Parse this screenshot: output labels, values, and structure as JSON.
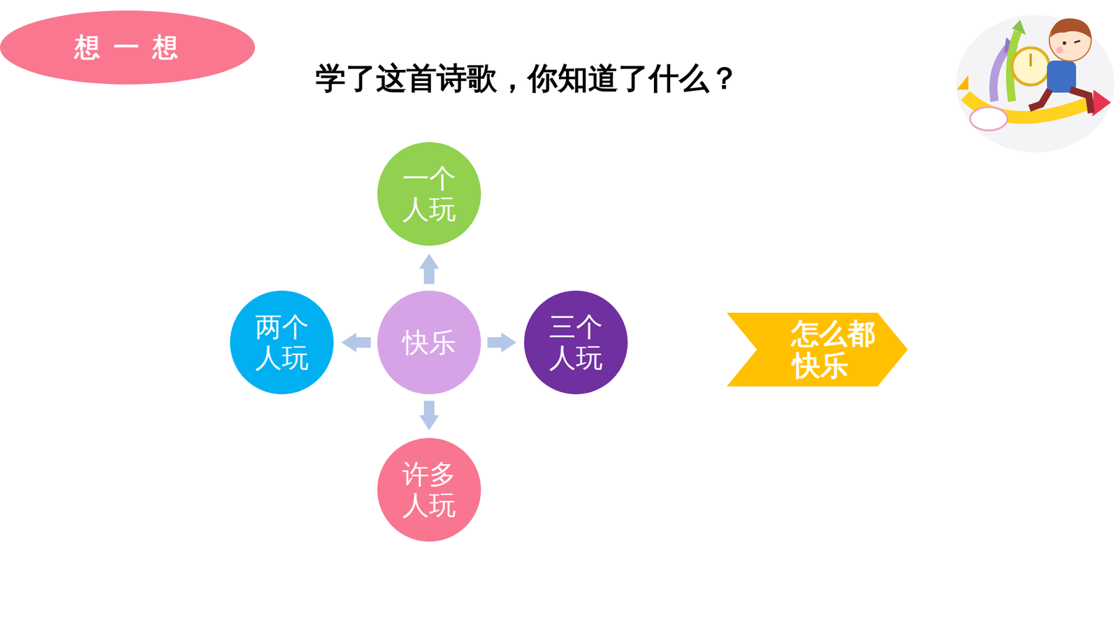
{
  "diagram": {
    "title": "学了这首诗歌，你知道了什么？",
    "nodes": [
      {
        "text": [
          "想 一 想"
        ]
      },
      {
        "text": [
          "一个 人玩"
        ]
      },
      {
        "text": [
          "两个 人玩"
        ]
      },
      {
        "text": [
          "快乐"
        ]
      },
      {
        "text": [
          "三个 人玩"
        ]
      },
      {
        "text": [
          "许多 人玩"
        ]
      },
      {
        "text": [
          "怎么都 快乐"
        ]
      }
    ],
    "edges": [
      {
        "from": 3,
        "to": 1,
        "arrow": "to"
      },
      {
        "from": 3,
        "to": 2,
        "arrow": "to"
      },
      {
        "from": 3,
        "to": 4,
        "arrow": "to"
      },
      {
        "from": 3,
        "to": 5,
        "arrow": "to"
      }
    ]
  }
}
